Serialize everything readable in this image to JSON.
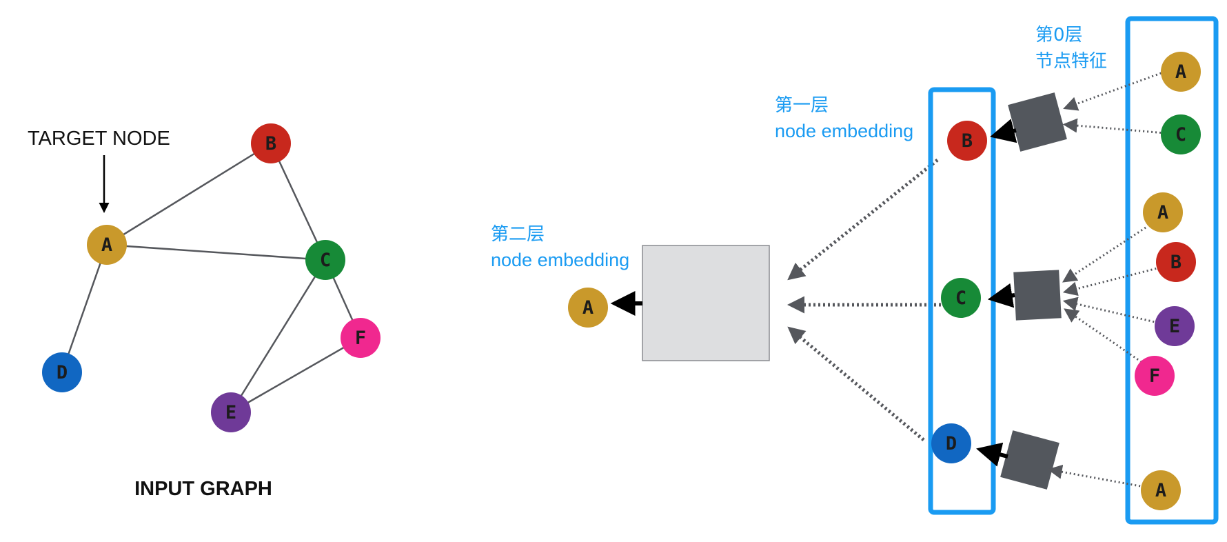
{
  "colors": {
    "A": "#c9992b",
    "B": "#c8281d",
    "C": "#178a37",
    "D": "#1167c2",
    "E": "#6f3a98",
    "F": "#f0288f",
    "box_border": "#1a9bf2",
    "aggregator": "#53575d",
    "big_aggregator_fill": "#dddee0",
    "edge": "#55575c",
    "dotted": "#55575c"
  },
  "input_graph": {
    "target_label": "TARGET NODE",
    "caption": "INPUT GRAPH",
    "nodes": [
      {
        "id": "A",
        "label": "A"
      },
      {
        "id": "B",
        "label": "B"
      },
      {
        "id": "C",
        "label": "C"
      },
      {
        "id": "D",
        "label": "D"
      },
      {
        "id": "E",
        "label": "E"
      },
      {
        "id": "F",
        "label": "F"
      }
    ],
    "edges": [
      [
        "A",
        "B"
      ],
      [
        "A",
        "C"
      ],
      [
        "A",
        "D"
      ],
      [
        "B",
        "C"
      ],
      [
        "C",
        "E"
      ],
      [
        "C",
        "F"
      ],
      [
        "E",
        "F"
      ]
    ]
  },
  "layers": {
    "layer2": {
      "title": "第二层",
      "subtitle": "node embedding",
      "output_node": "A"
    },
    "layer1": {
      "title": "第一层",
      "subtitle": "node embedding",
      "nodes": [
        "B",
        "C",
        "D"
      ]
    },
    "layer0": {
      "title_line1": "第0层",
      "title_line2": "节点特征",
      "groups": [
        {
          "target": "B",
          "neighbors": [
            "A",
            "C"
          ]
        },
        {
          "target": "C",
          "neighbors": [
            "A",
            "B",
            "E",
            "F"
          ]
        },
        {
          "target": "D",
          "neighbors": [
            "A"
          ]
        }
      ]
    }
  }
}
